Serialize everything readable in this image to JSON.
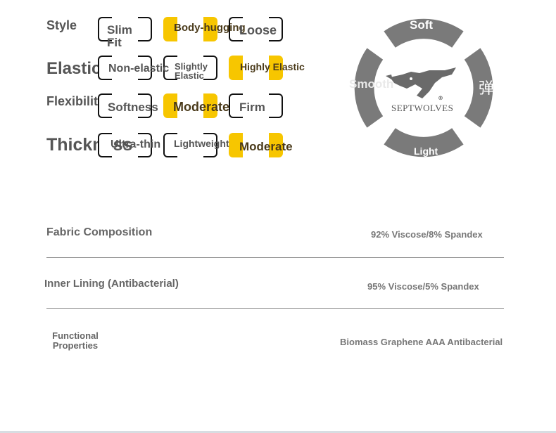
{
  "properties": [
    {
      "label": "Style",
      "options": [
        "Slim Fit",
        "Body-hugging",
        "Loose"
      ],
      "selected": "Body-hugging"
    },
    {
      "label": "Elastic",
      "options": [
        "Non-elastic",
        "Slightly Elastic",
        "Highly Elastic"
      ],
      "selected": "Highly Elastic"
    },
    {
      "label": "Flexibility",
      "options": [
        "Softness",
        "Moderate",
        "Firm"
      ],
      "selected": "Moderate"
    },
    {
      "label": "Thickness",
      "options": [
        "Ultra-thin",
        "Lightweight",
        "Moderate"
      ],
      "selected": "Moderate"
    }
  ],
  "badge": {
    "brand": "SEPTWOLVES",
    "segments": {
      "top": "Soft",
      "left": "Smooth",
      "right": "弹",
      "bottom": "Light"
    },
    "color": "#7a7a7a"
  },
  "specs": [
    {
      "label": "Fabric Composition",
      "value": "92% Viscose/8% Spandex"
    },
    {
      "label": "Inner Lining (Antibacterial)",
      "value": "95% Viscose/5% Spandex"
    },
    {
      "label": "Functional Properties",
      "value": "Biomass Graphene AAA Antibacterial"
    }
  ],
  "colors": {
    "accent": "#f7c600",
    "text": "#555555"
  }
}
